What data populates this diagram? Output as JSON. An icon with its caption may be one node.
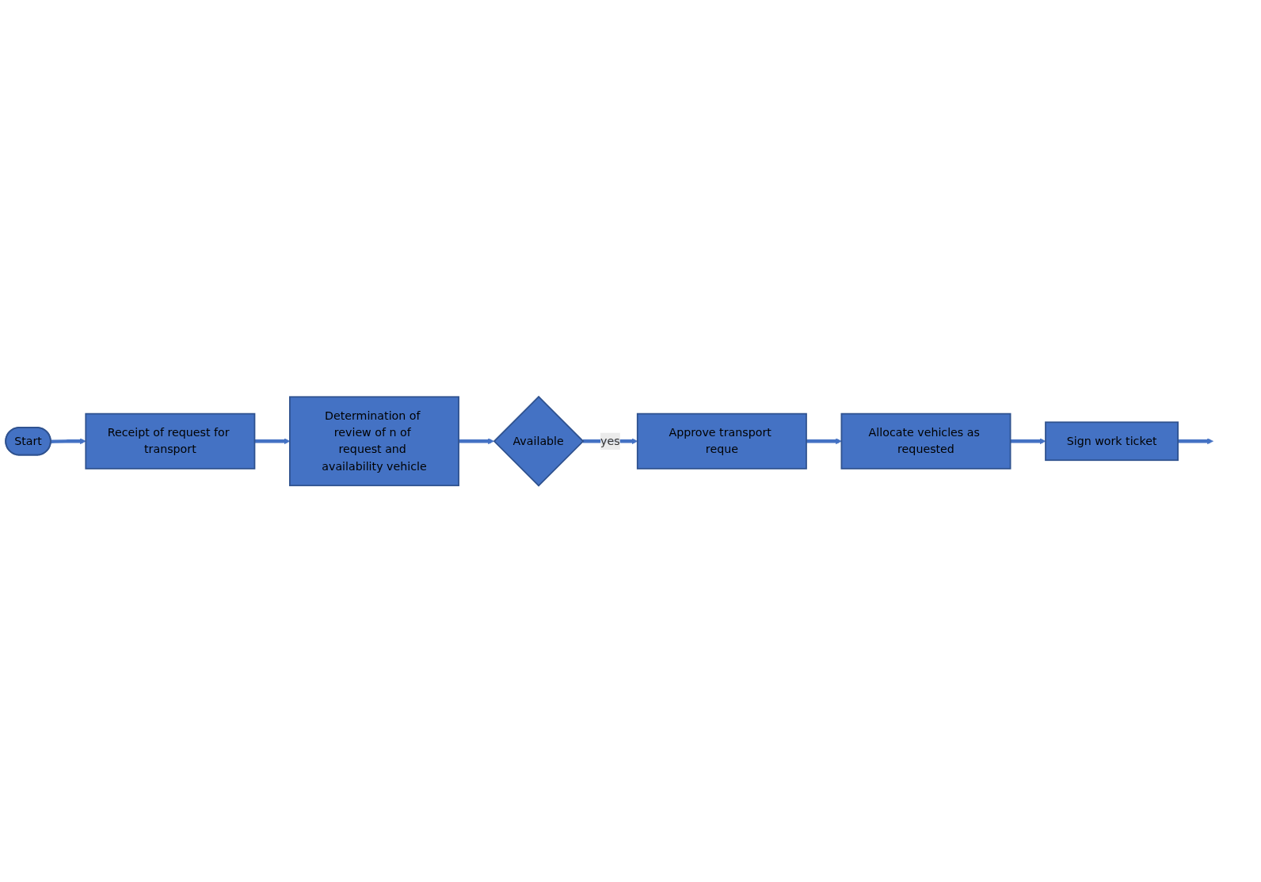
{
  "diagram": {
    "nodes": [
      {
        "text": [
          "Start"
        ]
      },
      {
        "text": [
          "Receipt of request for transport"
        ]
      },
      {
        "text": [
          "Determination of review of n of request and availability vehicle"
        ]
      },
      {
        "text": [
          "Available"
        ]
      },
      {
        "text": [
          "Approve transport reque"
        ]
      },
      {
        "text": [
          "Allocate vehicles as requested"
        ]
      },
      {
        "text": [
          "Sign work ticket"
        ]
      }
    ],
    "edges": [
      {
        "from": 0,
        "to": 1,
        "arrow": "to"
      },
      {
        "from": 1,
        "to": 2,
        "arrow": "to"
      },
      {
        "from": 2,
        "to": 3,
        "arrow": "to"
      },
      {
        "from": 3,
        "to": 4,
        "arrow": "to",
        "label": "yes"
      },
      {
        "from": 4,
        "to": 5,
        "arrow": "to"
      },
      {
        "from": 5,
        "to": 6,
        "arrow": "to"
      },
      {
        "from": 6,
        "to": null,
        "arrow": "to"
      }
    ]
  }
}
